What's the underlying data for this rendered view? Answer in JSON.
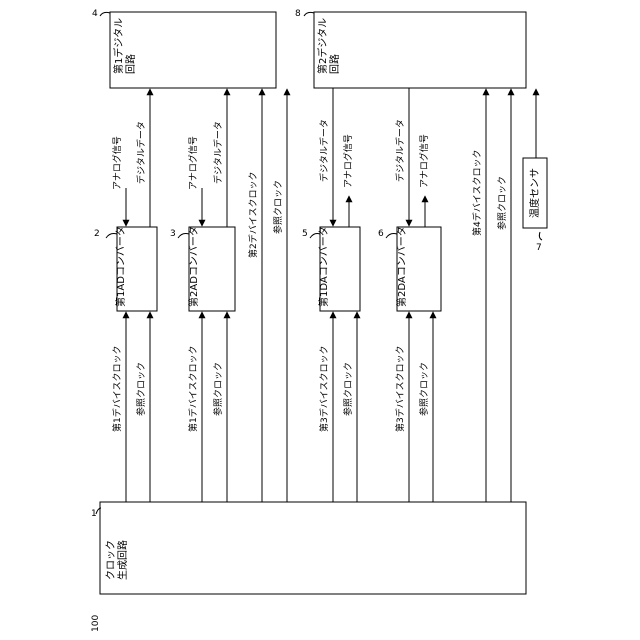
{
  "figure_label": "100",
  "blocks": {
    "clock_gen": {
      "ref": "1",
      "line1": "クロック",
      "line2": "生成回路"
    },
    "adc1": {
      "ref": "2",
      "label": "第1ADコンバータ"
    },
    "adc2": {
      "ref": "3",
      "label": "第2ADコンバータ"
    },
    "dig1": {
      "ref": "4",
      "line1": "第1デジタル",
      "line2": "回路"
    },
    "dac1": {
      "ref": "5",
      "label": "第1DAコンバータ"
    },
    "dac2": {
      "ref": "6",
      "label": "第2DAコンバータ"
    },
    "sensor": {
      "ref": "7",
      "label": "温度センサ"
    },
    "dig2": {
      "ref": "8",
      "line1": "第2デジタル",
      "line2": "回路"
    }
  },
  "signals": {
    "dev_clk1": "第1デバイスクロック",
    "dev_clk2": "第2デバイスクロック",
    "dev_clk3": "第3デバイスクロック",
    "dev_clk4": "第4デバイスクロック",
    "ref_clk": "参照クロック",
    "analog": "アナログ信号",
    "digital": "デジタルデータ"
  }
}
